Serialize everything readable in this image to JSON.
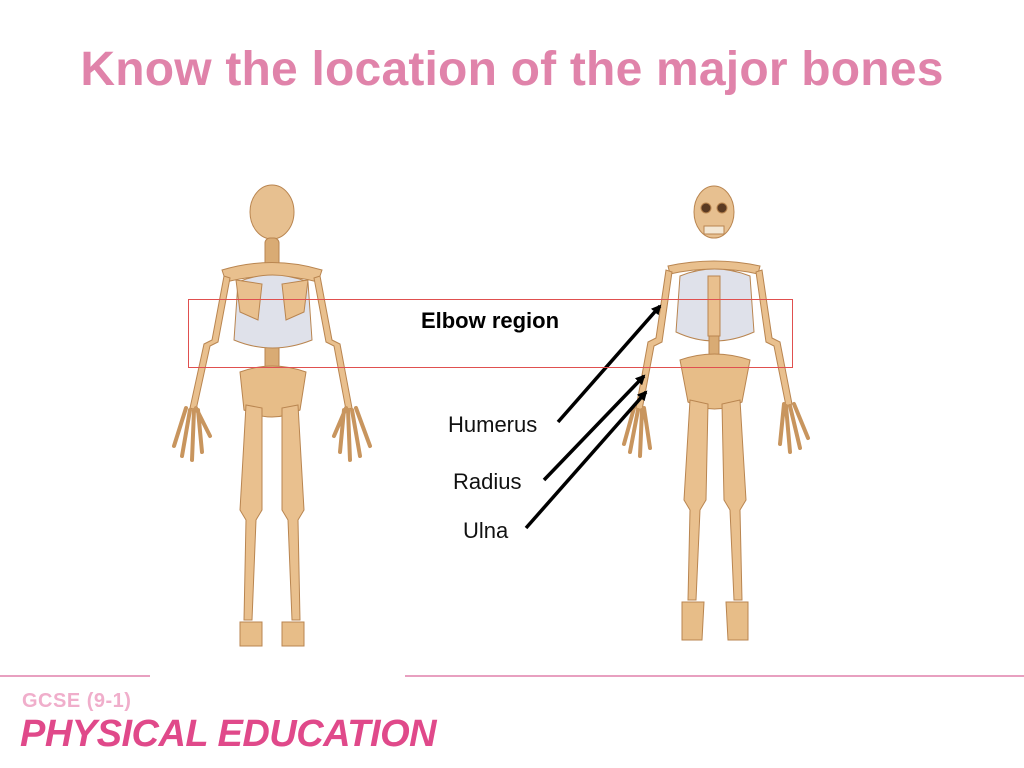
{
  "slide": {
    "title": "Know the location of the major bones"
  },
  "diagram": {
    "region_label": "Elbow region",
    "labels": {
      "humerus": "Humerus",
      "radius": "Radius",
      "ulna": "Ulna"
    },
    "colors": {
      "bone": "#e9c08e",
      "bone_shade": "#c8955e",
      "rib": "#d9dbe4",
      "box": "#e0504f",
      "arrow": "#000000"
    }
  },
  "footer": {
    "course_sub": "GCSE (9-1)",
    "course_title": "PHYSICAL EDUCATION",
    "colors": {
      "line": "#e8a0c0",
      "sub": "#f0aecb",
      "title": "#e0498a"
    }
  }
}
